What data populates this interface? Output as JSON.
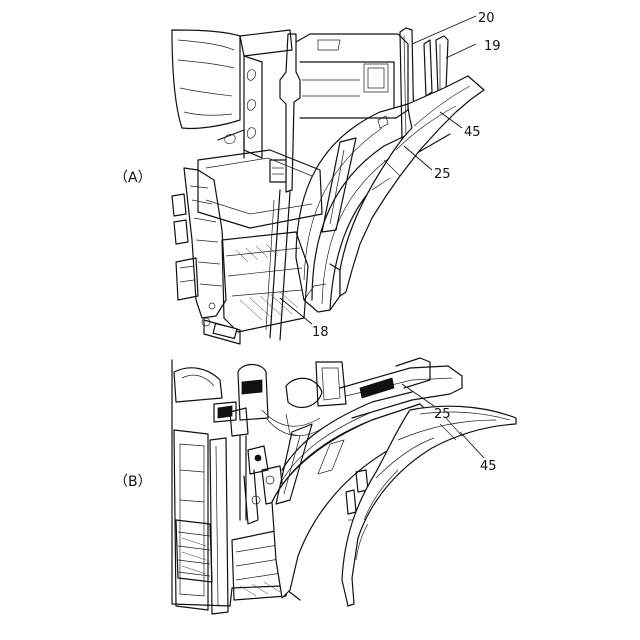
{
  "figure": {
    "panels": [
      {
        "id": "A",
        "label": "（A）",
        "callouts": {
          "c20": "20",
          "c19": "19",
          "c45": "45",
          "c25": "25",
          "c18": "18"
        }
      },
      {
        "id": "B",
        "label": "（B）",
        "callouts": {
          "c25": "25",
          "c45": "45"
        }
      }
    ]
  },
  "colors": {
    "line": "#111111",
    "background": "#ffffff"
  }
}
